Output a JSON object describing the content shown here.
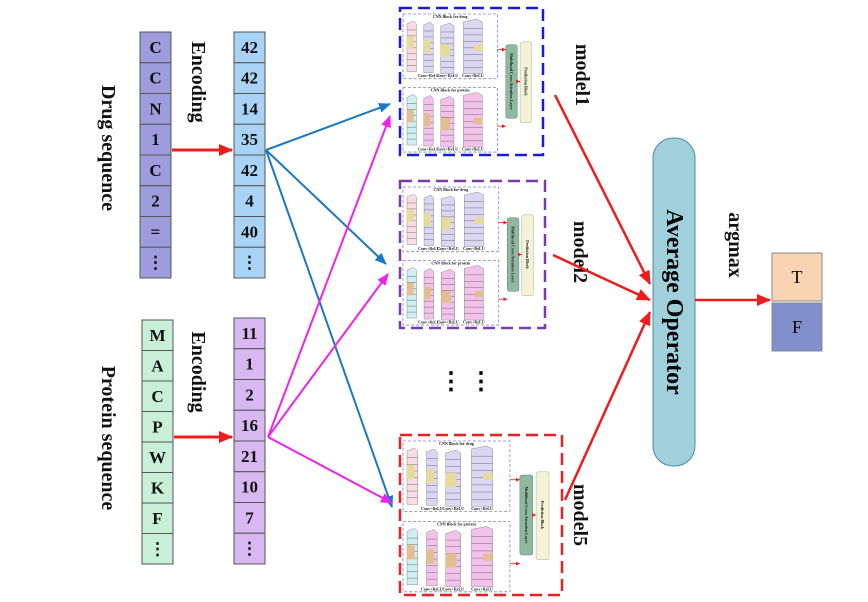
{
  "drug": {
    "label": "Drug sequence",
    "encoding_label": "Encoding",
    "tokens": [
      "C",
      "C",
      "N",
      "1",
      "C",
      "2",
      "=",
      "⋮"
    ],
    "encoded": [
      "42",
      "42",
      "14",
      "35",
      "42",
      "4",
      "40",
      "⋮"
    ],
    "token_color": "#9d9ddd",
    "encoded_color": "#a9d3f5"
  },
  "protein": {
    "label": "Protein sequence",
    "encoding_label": "Encoding",
    "tokens": [
      "M",
      "A",
      "C",
      "P",
      "W",
      "K",
      "F",
      "⋮"
    ],
    "encoded": [
      "11",
      "1",
      "2",
      "16",
      "21",
      "10",
      "7",
      "⋮"
    ],
    "token_color": "#c8f0d6",
    "encoded_color": "#d7b8f0"
  },
  "model_block": {
    "drug_title": "CNN Block for drug",
    "protein_title": "CNN Block for protein",
    "conv_label": "Conv+ReLU",
    "attention_label": "Multihead Cross Attention Layer",
    "prediction_label": "Prediction Block"
  },
  "models": [
    {
      "label": "model1",
      "border_color": "#1a1adf"
    },
    {
      "label": "model2",
      "border_color": "#7a3aa8"
    },
    {
      "label": "model5",
      "border_color": "#e82020"
    }
  ],
  "ellipsis": "⋮ ⋮",
  "average_operator": {
    "label": "Average Operator",
    "color": "#9fd0dc"
  },
  "argmax_label": "argmax",
  "outputs": [
    {
      "label": "T",
      "color": "#f8d3b4"
    },
    {
      "label": "F",
      "color": "#8190cc"
    }
  ],
  "colors": {
    "encode_arrow": "#ee1c1c",
    "drug_arrow": "#1a78c2",
    "protein_arrow": "#ee22ee",
    "model_arrow": "#ee1c1c"
  }
}
